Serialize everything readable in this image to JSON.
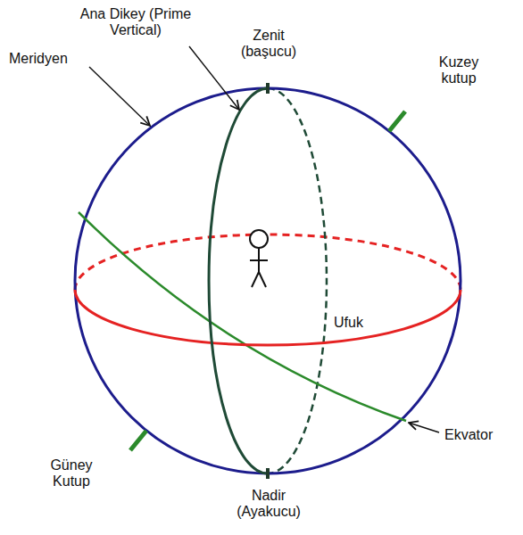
{
  "diagram": {
    "labels": [
      "Ana Dikey (Prime Vertical)",
      "Zenit (başucu)",
      "Meridyen",
      "Kuzey kutup",
      "Ufuk",
      "Ekvator",
      "Güney Kutup",
      "Nadir (Ayakucu)"
    ]
  }
}
